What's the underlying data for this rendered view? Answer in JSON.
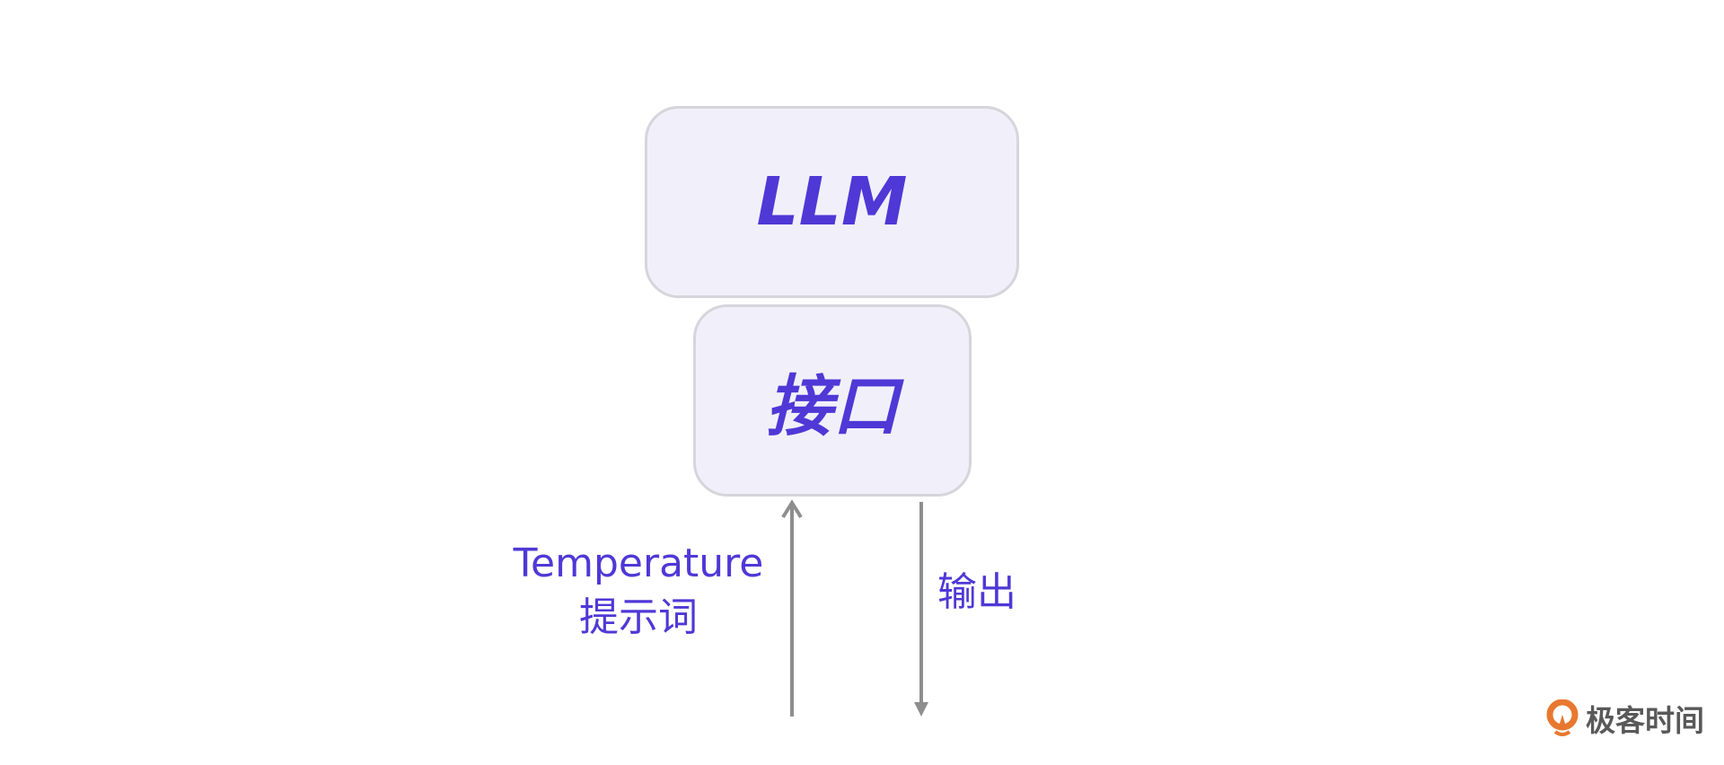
{
  "boxes": {
    "llm": "LLM",
    "interface": "接口"
  },
  "input_label": {
    "line1": "Temperature",
    "line2": "提示词"
  },
  "output_label": "输出",
  "logo": {
    "text": "极客时间"
  },
  "colors": {
    "accent": "#4f38d6",
    "box_fill": "#f1f0fa",
    "box_border": "#d6d5db",
    "arrow": "#8e8e8e",
    "logo": "#e8782f"
  }
}
